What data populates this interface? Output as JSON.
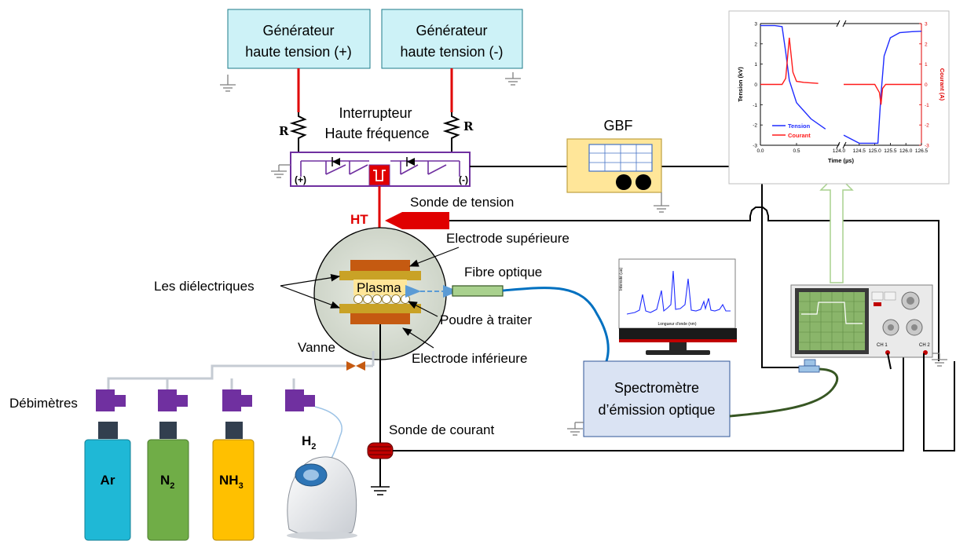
{
  "generators": {
    "positive": {
      "line1": "Générateur",
      "line2": "haute tension (+)"
    },
    "negative": {
      "line1": "Générateur",
      "line2": "haute tension (-)"
    }
  },
  "resistor_label": "R",
  "switch": {
    "line1": "Interrupteur",
    "line2": "Haute fréquence",
    "plus": "(+)",
    "minus": "(-)"
  },
  "gbf_label": "GBF",
  "ht_label": "HT",
  "voltage_probe": "Sonde de tension",
  "top_electrode": "Electrode supérieure",
  "dielectrics": "Les diélectriques",
  "plasma": "Plasma",
  "optical_fiber": "Fibre optique",
  "powder": "Poudre à traiter",
  "bottom_electrode": "Electrode inférieure",
  "valve": "Vanne",
  "flowmeters": "Débimètres",
  "current_probe": "Sonde de courant",
  "spectrometer": {
    "line1": "Spectromètre",
    "line2": "d’émission optique"
  },
  "gases": {
    "ar": "Ar",
    "n2_base": "N",
    "n2_sub": "2",
    "nh3_base": "NH",
    "nh3_sub": "3",
    "h2_base": "H",
    "h2_sub": "2"
  },
  "spectrum_panel": {
    "ylabel": "Intensité (ua)",
    "xlabel": "Longueur d'onde (nm)"
  },
  "oscilloscope": {
    "ch1": "CH 1",
    "ch2": "CH 2"
  },
  "colors": {
    "box_fill": "#cdf2f7",
    "red_wire": "#e00000",
    "purple": "#7030a0",
    "ar": "#1fb8d6",
    "n2": "#70ad47",
    "nh3": "#ffc000",
    "blue_fiber": "#0070c0",
    "green_cable": "#375623"
  },
  "chart_data": {
    "type": "line",
    "ylabel": "Tension (kV)",
    "ylabel_right": "Courant (A)",
    "xlabel": "Time (µs)",
    "x_ticks_left": [
      "0.0",
      "0.5",
      "124.0"
    ],
    "x_ticks_right": [
      "124.5",
      "125.0",
      "125.5",
      "126.0",
      "126.5"
    ],
    "y_ticks_left": [
      "3",
      "2",
      "1",
      "0",
      "-1",
      "-2",
      "-3"
    ],
    "y_ticks_right": [
      "3",
      "2",
      "1",
      "0",
      "-1",
      "-2",
      "-3"
    ],
    "ylim": [
      -3,
      3
    ],
    "legend_position": "bottom-right",
    "axis_break": "between 124.0 and 124.5",
    "series": [
      {
        "name": "Tension",
        "color": "#1f2cff",
        "x": [
          0.0,
          0.2,
          0.3,
          0.35,
          0.4,
          0.5,
          0.7,
          0.9,
          124.0,
          124.5,
          124.9,
          125.1,
          125.2,
          125.3,
          125.5,
          125.8,
          126.2,
          126.5
        ],
        "y": [
          2.9,
          2.9,
          2.85,
          1.6,
          0.2,
          -0.9,
          -1.7,
          -2.2,
          -2.5,
          -2.9,
          -2.9,
          -2.9,
          -0.5,
          1.4,
          2.3,
          2.55,
          2.6,
          2.62
        ]
      },
      {
        "name": "Courant",
        "color": "#ff1a1a",
        "x": [
          0.0,
          0.3,
          0.35,
          0.4,
          0.45,
          0.5,
          0.6,
          0.8,
          124.0,
          124.5,
          125.0,
          125.15,
          125.2,
          125.25,
          125.35,
          125.6,
          126.0,
          126.5
        ],
        "y": [
          0.0,
          0.0,
          0.3,
          2.3,
          0.6,
          0.15,
          0.1,
          0.05,
          0.0,
          0.0,
          0.0,
          -0.4,
          -1.0,
          -0.2,
          0.0,
          0.0,
          0.0,
          0.0
        ]
      }
    ]
  }
}
